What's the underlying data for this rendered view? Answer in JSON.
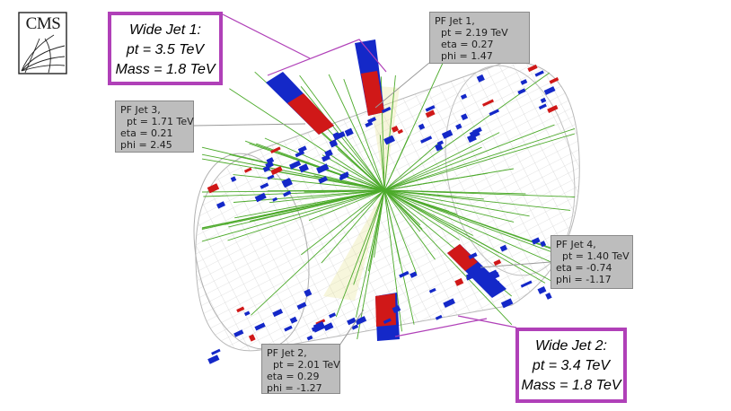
{
  "logo": {
    "text": "CMS"
  },
  "wide_jets": [
    {
      "title": "Wide Jet 1:",
      "pt": "pt = 3.5 TeV",
      "mass": "Mass = 1.8 TeV"
    },
    {
      "title": "Wide Jet 2:",
      "pt": "pt = 3.4 TeV",
      "mass": "Mass = 1.8 TeV"
    }
  ],
  "pf_jets": [
    {
      "title": "PF Jet 1,",
      "pt": "  pt = 2.19 TeV",
      "eta": "  eta = 0.27",
      "phi": "  phi = 1.47"
    },
    {
      "title": "PF Jet 2,",
      "pt": "  pt = 2.01 TeV",
      "eta": "eta = 0.29",
      "phi": "phi = -1.27"
    },
    {
      "title": "PF Jet 3,",
      "pt": "  pt = 1.71 TeV",
      "eta": "eta = 0.21",
      "phi": "phi = 2.45"
    },
    {
      "title": "PF Jet 4,",
      "pt": "  pt = 1.40 TeV",
      "eta": "eta = -0.74",
      "phi": "phi = -1.17"
    }
  ],
  "colors": {
    "accent_border": "#b040b8",
    "label_bg": "#bdbdbd",
    "ecal": "#d01818",
    "hcal": "#1428c8",
    "track": "#4caa2a",
    "detector_grid": "#c8c8c8"
  }
}
